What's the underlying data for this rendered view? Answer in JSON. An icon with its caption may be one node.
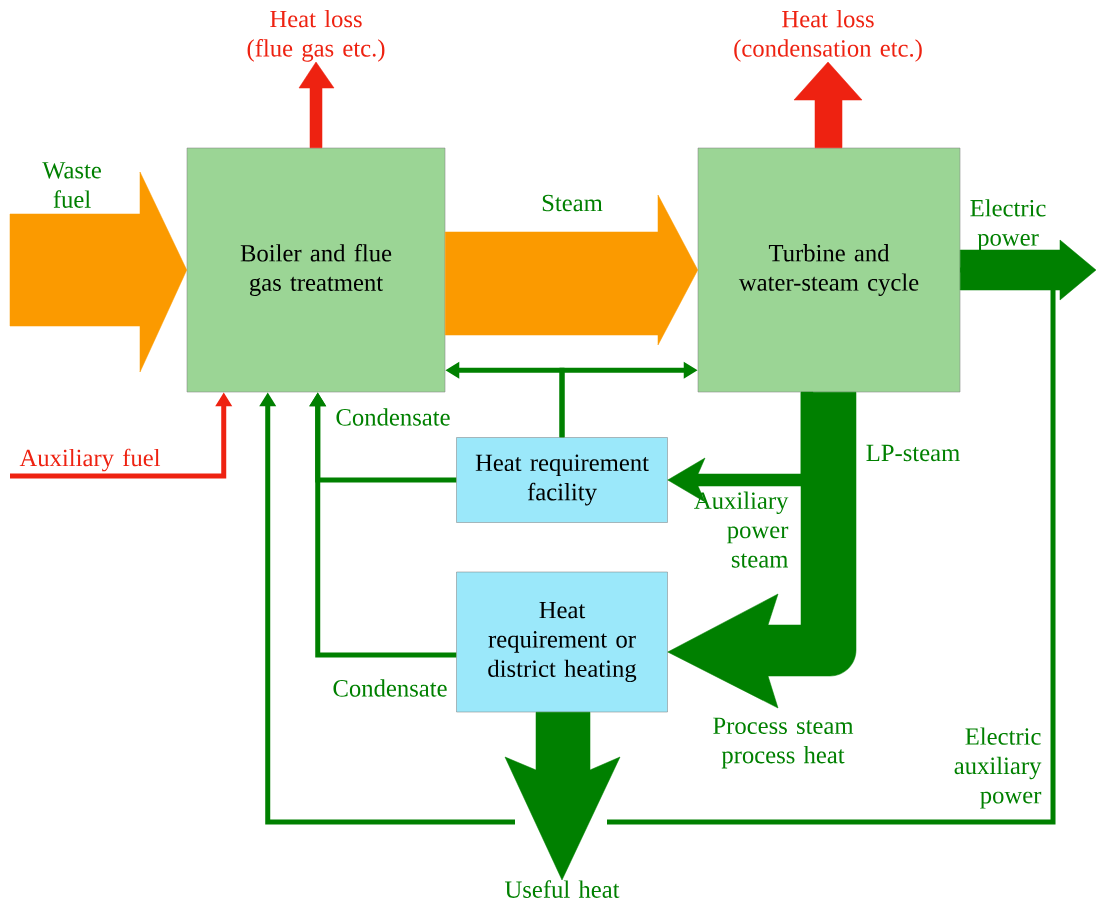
{
  "diagram": {
    "nodes": [
      {
        "text": [
          "Boiler and flue gas treatment"
        ]
      },
      {
        "text": [
          "Turbine and water-steam cycle"
        ]
      },
      {
        "text": [
          "Heat requirement facility"
        ]
      },
      {
        "text": [
          "Heat requirement or district heating"
        ]
      },
      {
        "text": [
          "Heat loss (flue gas etc.)"
        ]
      },
      {
        "text": [
          "Heat loss (condensation etc.)"
        ]
      },
      {
        "text": [
          "Useful heat"
        ]
      }
    ],
    "edges": [
      {
        "from": null,
        "to": 0,
        "arrow": "to",
        "label": "Waste fuel",
        "style": "thick",
        "color": "#fb9a00"
      },
      {
        "from": 0,
        "to": 4,
        "arrow": "to",
        "style": "thick",
        "color": "#ee2211"
      },
      {
        "from": 1,
        "to": 5,
        "arrow": "to",
        "style": "thick",
        "color": "#ee2211"
      },
      {
        "from": 0,
        "to": 1,
        "arrow": "to",
        "label": "Steam",
        "style": "thick",
        "color": "#fb9a00"
      },
      {
        "from": 1,
        "to": null,
        "arrow": "to",
        "label": "Electric power",
        "style": "thick"
      },
      {
        "from": null,
        "to": 0,
        "arrow": "to",
        "label": "Auxiliary fuel",
        "color": "#ee2211"
      },
      {
        "from": 2,
        "to": 0,
        "arrow": "to"
      },
      {
        "from": 2,
        "to": 1,
        "arrow": "to"
      },
      {
        "from": 2,
        "to": 0,
        "arrow": "to",
        "label": "Condensate"
      },
      {
        "from": 3,
        "to": 0,
        "arrow": "to",
        "label": "Condensate"
      },
      {
        "from": 1,
        "to": 2,
        "arrow": "to",
        "style": "thick"
      },
      {
        "from": 1,
        "to": 3,
        "arrow": "to",
        "style": "thick"
      },
      {
        "from": 3,
        "to": 6,
        "arrow": "to",
        "style": "thick"
      },
      {
        "from": null,
        "to": 0,
        "arrow": "to"
      },
      {
        "from": 1,
        "to": null,
        "arrow": "none",
        "label": "Electric auxiliary power"
      }
    ],
    "labels": [
      "LP-steam",
      "Auxiliary power steam",
      "Process steam process heat"
    ]
  }
}
